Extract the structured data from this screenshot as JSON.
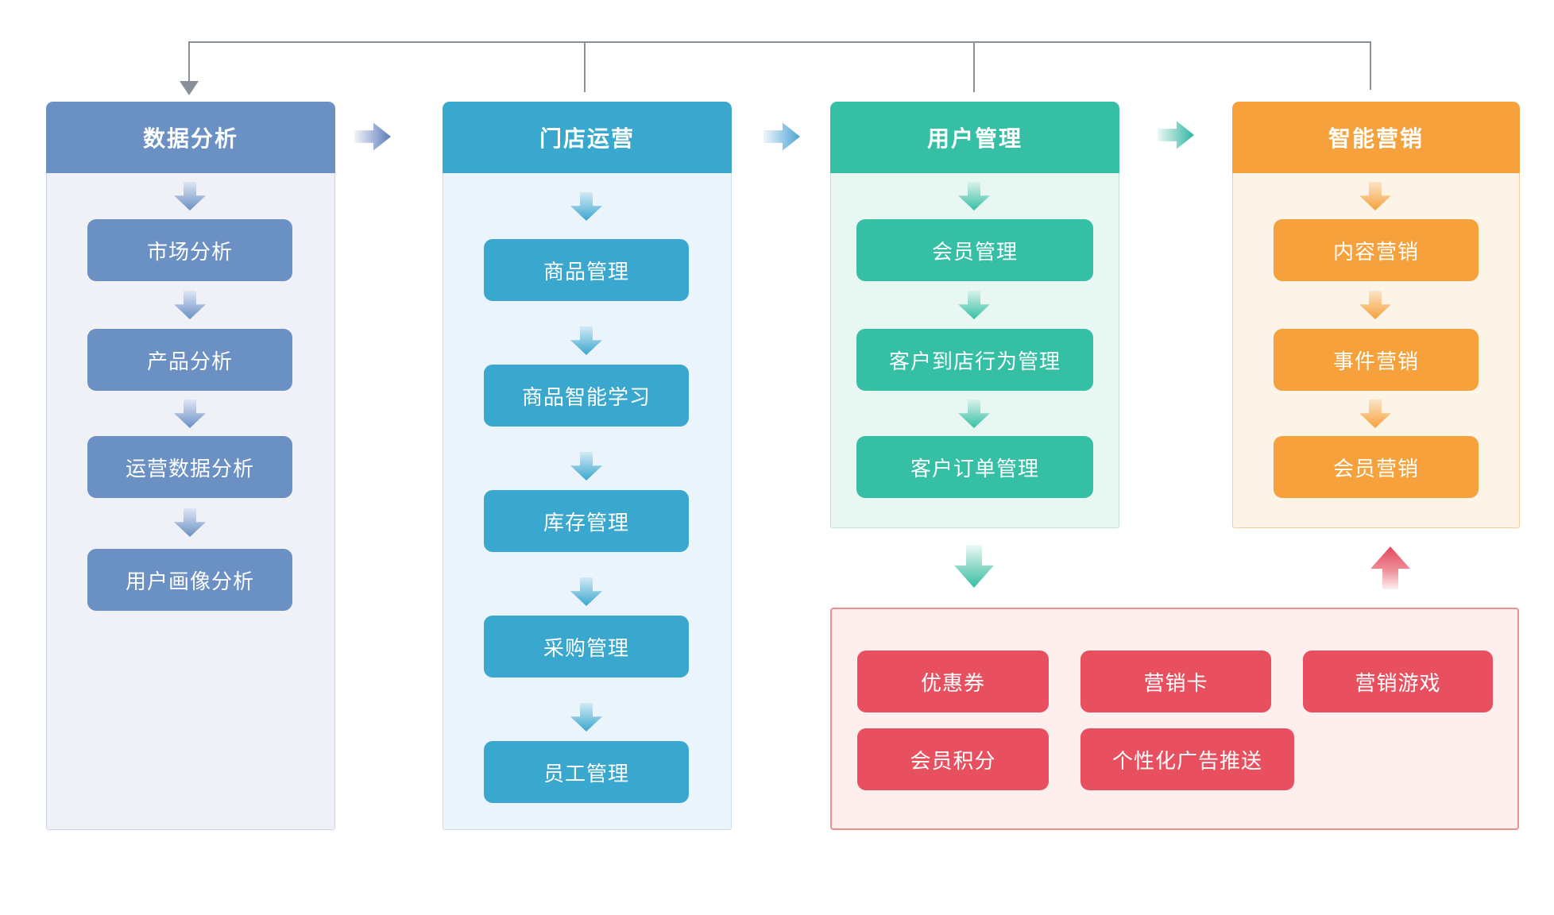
{
  "columns": [
    {
      "id": "data-analysis",
      "title": "数据分析",
      "color": "#6a90c4",
      "items": [
        "市场分析",
        "产品分析",
        "运营数据分析",
        "用户画像分析"
      ]
    },
    {
      "id": "store-operations",
      "title": "门店运营",
      "color": "#3aa7ce",
      "items": [
        "商品管理",
        "商品智能学习",
        "库存管理",
        "采购管理",
        "员工管理"
      ]
    },
    {
      "id": "user-management",
      "title": "用户管理",
      "color": "#35bfa4",
      "items": [
        "会员管理",
        "客户到店行为管理",
        "客户订单管理"
      ]
    },
    {
      "id": "smart-marketing",
      "title": "智能营销",
      "color": "#f6a13b",
      "items": [
        "内容营销",
        "事件营销",
        "会员营销"
      ]
    }
  ],
  "marketing_tools": [
    "优惠券",
    "营销卡",
    "营销游戏",
    "会员积分",
    "个性化广告推送"
  ],
  "colors": {
    "connector_gray": "#8a9099",
    "tool_red": "#e9505f",
    "panel_pink": "#fcefee",
    "panel_border": "#ee8e8d"
  }
}
